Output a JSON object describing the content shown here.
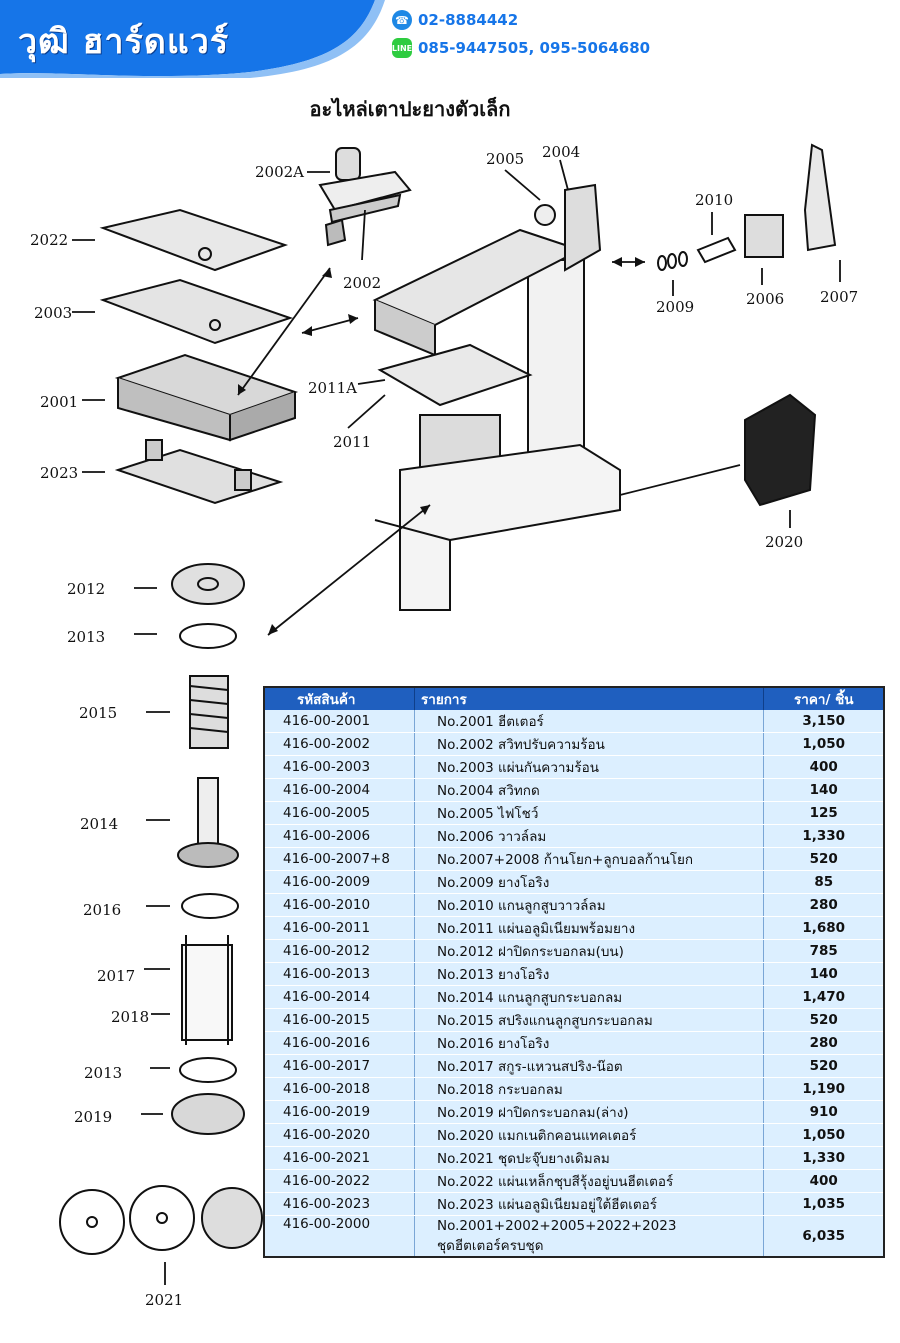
{
  "header": {
    "brand": "วุฒิ ฮาร์ดแวร์",
    "phone": "02-8884442",
    "line": "085-9447505, 095-5064680",
    "colors": {
      "banner": "#1675e8",
      "phone_icon": "#1e88e5",
      "line_icon": "#2ecc40"
    },
    "icons": [
      "phone-icon",
      "line-chat-icon"
    ]
  },
  "title": "อะไหล่เตาปะยางตัวเล็ก",
  "diagram": {
    "labels": [
      "2002A",
      "2002",
      "2022",
      "2003",
      "2001",
      "2023",
      "2005",
      "2004",
      "2010",
      "2009",
      "2006",
      "2007",
      "2011A",
      "2011",
      "2020",
      "2012",
      "2013",
      "2015",
      "2014",
      "2016",
      "2017",
      "2018",
      "2013",
      "2019",
      "2021"
    ]
  },
  "table": {
    "headers": {
      "code": "รหัสสินค้า",
      "desc": "รายการ",
      "price": "ราคา/ ชิ้น"
    },
    "rows": [
      {
        "code": "416-00-2001",
        "desc": "No.2001 ฮีตเตอร์",
        "price": "3,150"
      },
      {
        "code": "416-00-2002",
        "desc": "No.2002 สวิทปรับความร้อน",
        "price": "1,050"
      },
      {
        "code": "416-00-2003",
        "desc": "No.2003 แผ่นกันความร้อน",
        "price": "400"
      },
      {
        "code": "416-00-2004",
        "desc": "No.2004 สวิทกด",
        "price": "140"
      },
      {
        "code": "416-00-2005",
        "desc": "No.2005 ไฟโชว์",
        "price": "125"
      },
      {
        "code": "416-00-2006",
        "desc": "No.2006 วาวล์ลม",
        "price": "1,330"
      },
      {
        "code": "416-00-2007+8",
        "desc": "No.2007+2008 ก้านโยก+ลูกบอลก้านโยก",
        "price": "520"
      },
      {
        "code": "416-00-2009",
        "desc": "No.2009 ยางโอริง",
        "price": "85"
      },
      {
        "code": "416-00-2010",
        "desc": "No.2010 แกนลูกสูบวาวล์ลม",
        "price": "280"
      },
      {
        "code": "416-00-2011",
        "desc": "No.2011 แผ่นอลูมิเนียมพร้อมยาง",
        "price": "1,680"
      },
      {
        "code": "416-00-2012",
        "desc": "No.2012 ฝาปิดกระบอกลม(บน)",
        "price": "785"
      },
      {
        "code": "416-00-2013",
        "desc": "No.2013 ยางโอริง",
        "price": "140"
      },
      {
        "code": "416-00-2014",
        "desc": "No.2014 แกนลูกสูบกระบอกลม",
        "price": "1,470"
      },
      {
        "code": "416-00-2015",
        "desc": "No.2015 สปริงแกนลูกสูบกระบอกลม",
        "price": "520"
      },
      {
        "code": "416-00-2016",
        "desc": "No.2016 ยางโอริง",
        "price": "280"
      },
      {
        "code": "416-00-2017",
        "desc": "No.2017 สกูร-แหวนสปริง-น๊อต",
        "price": "520"
      },
      {
        "code": "416-00-2018",
        "desc": "No.2018 กระบอกลม",
        "price": "1,190"
      },
      {
        "code": "416-00-2019",
        "desc": "No.2019 ฝาปิดกระบอกลม(ล่าง)",
        "price": "910"
      },
      {
        "code": "416-00-2020",
        "desc": "No.2020 แมกเนติกคอนแทคเตอร์",
        "price": "1,050"
      },
      {
        "code": "416-00-2021",
        "desc": "No.2021 ชุดปะจุ๊บยางเดิมลม",
        "price": "1,330"
      },
      {
        "code": "416-00-2022",
        "desc": "No.2022 แผ่นเหล็กชุบสีรุ้งอยู่บนฮีตเตอร์",
        "price": "400"
      },
      {
        "code": "416-00-2023",
        "desc": "No.2023 แผ่นอลูมิเนียมอยู่ใต้ฮีตเตอร์",
        "price": "1,035"
      }
    ],
    "last_row": {
      "code": "416-00-2000",
      "desc_line1": "No.2001+2002+2005+2022+2023",
      "desc_line2": "ชุดฮีตเตอร์ครบชุด",
      "price": "6,035"
    }
  }
}
